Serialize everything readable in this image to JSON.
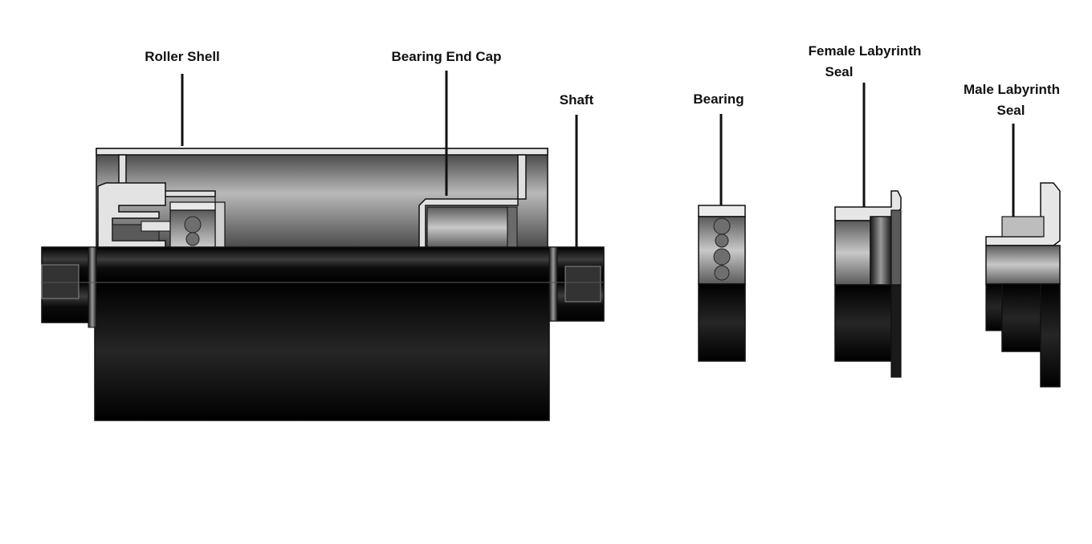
{
  "labels": {
    "roller_shell": "Roller Shell",
    "bearing_end_cap": "Bearing End Cap",
    "shaft": "Shaft",
    "bearing": "Bearing",
    "female_seal_line1": "Female Labyrinth",
    "female_seal_line2": "Seal",
    "male_seal_line1": "Male Labyrinth",
    "male_seal_line2": "Seal"
  },
  "colors": {
    "outline": "#111111",
    "steel_light": "#d9d9d9",
    "steel_mid": "#8a8a8a",
    "steel_dark": "#3a3a3a",
    "black_part": "#0a0a0a",
    "ball": "#6e6e6e"
  }
}
